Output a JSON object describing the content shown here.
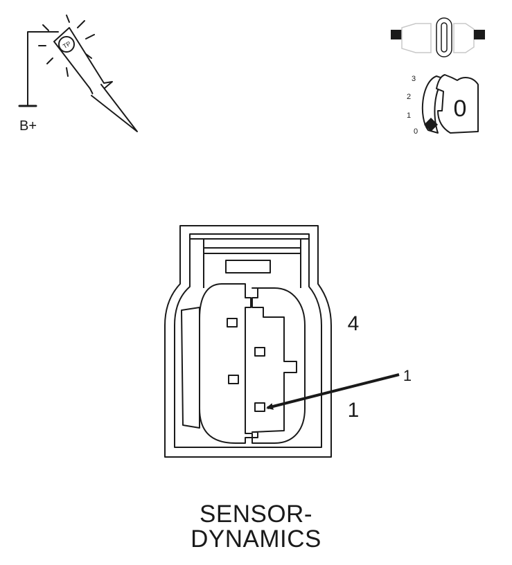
{
  "probe": {
    "supply_label": "B+",
    "tip_text": "TP",
    "icon": "test-probe-icon"
  },
  "disconnect_icon": "connector-disconnected-icon",
  "ignition": {
    "icon": "ignition-key-icon",
    "positions": [
      "3",
      "2",
      "1",
      "0"
    ],
    "key_position": "0"
  },
  "connector": {
    "icon": "sensor-connector-face-icon",
    "pin_labels": {
      "top": "4",
      "bottom": "1"
    },
    "callout_number": "1"
  },
  "caption": {
    "line1": "SENSOR-",
    "line2": "DYNAMICS"
  },
  "colors": {
    "line": "#1a1a1a",
    "fill": "#ffffff"
  }
}
